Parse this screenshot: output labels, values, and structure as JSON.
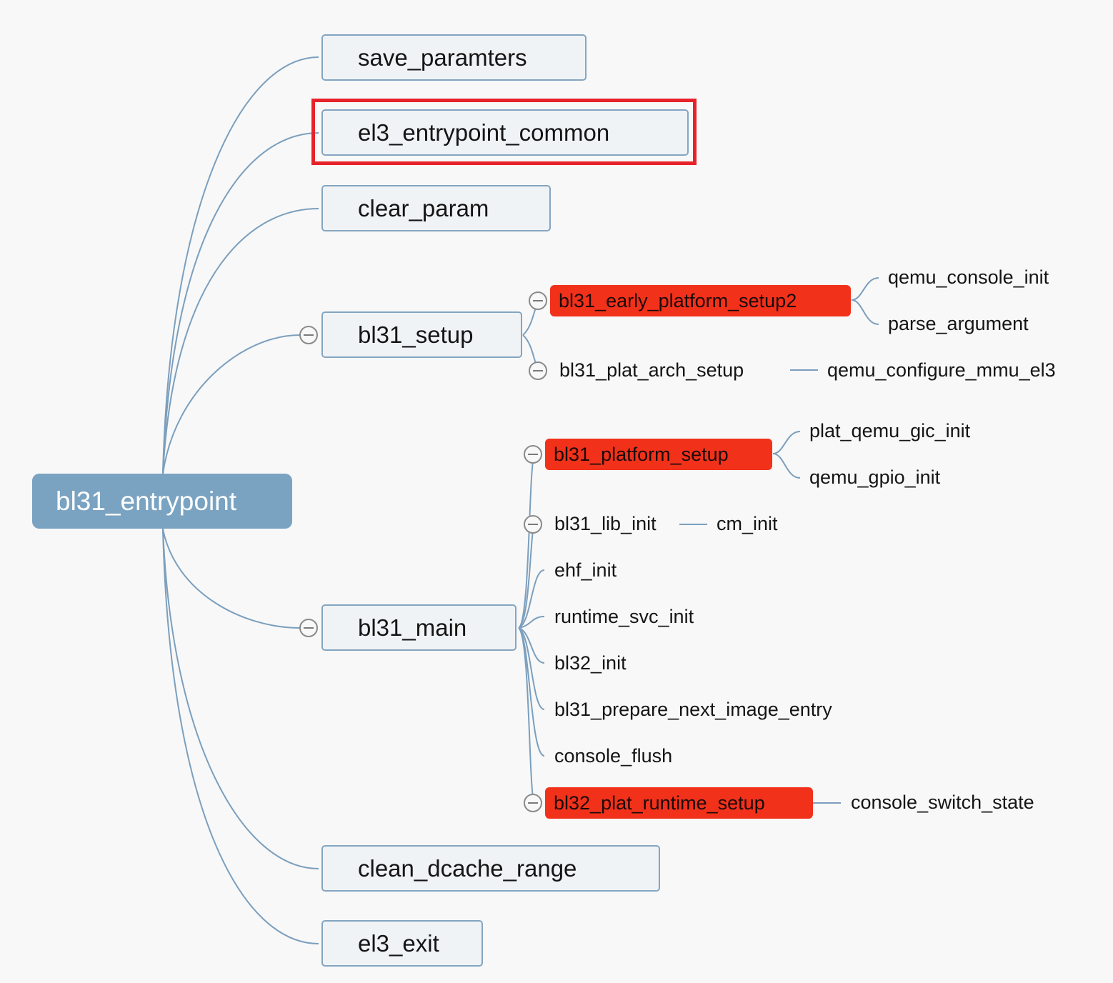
{
  "root": {
    "label": "bl31_entrypoint"
  },
  "steps": {
    "save_paramters": "save_paramters",
    "el3_entrypoint_common": "el3_entrypoint_common",
    "clear_param": "clear_param",
    "bl31_setup": "bl31_setup",
    "bl31_main": "bl31_main",
    "clean_dcache_range": "clean_dcache_range",
    "el3_exit": "el3_exit"
  },
  "bl31_setup_children": {
    "early_platform_setup2": "bl31_early_platform_setup2",
    "qemu_console_init": "qemu_console_init",
    "parse_argument": "parse_argument",
    "plat_arch_setup": "bl31_plat_arch_setup",
    "qemu_configure_mmu_el3": "qemu_configure_mmu_el3"
  },
  "bl31_main_children": {
    "platform_setup": "bl31_platform_setup",
    "plat_qemu_gic_init": "plat_qemu_gic_init",
    "qemu_gpio_init": "qemu_gpio_init",
    "lib_init": "bl31_lib_init",
    "cm_init": "cm_init",
    "ehf_init": "ehf_init",
    "runtime_svc_init": "runtime_svc_init",
    "bl32_init": "bl32_init",
    "prepare_next_image_entry": "bl31_prepare_next_image_entry",
    "console_flush": "console_flush",
    "plat_runtime_setup": "bl32_plat_runtime_setup",
    "console_switch_state": "console_switch_state"
  },
  "colors": {
    "root_fill": "#7aa3c2",
    "branch_line": "#7b9fbd",
    "highlight": "#f2311b",
    "annotation_frame": "#e8222b"
  }
}
